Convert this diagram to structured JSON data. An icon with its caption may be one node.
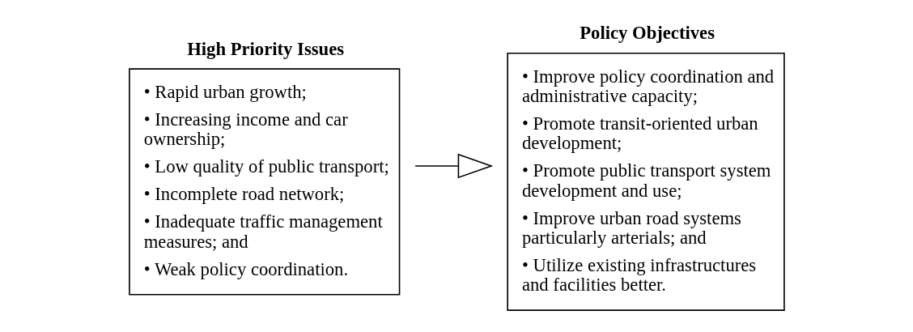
{
  "diagram": {
    "nodes": [
      {
        "text": [
          "High Priority Issues",
          "• Rapid urban growth;",
          "• Increasing income and car ownership;",
          "• Low quality of public transport;",
          "• Incomplete road network;",
          "• Inadequate traffic management measures; and",
          "• Weak policy coordination."
        ]
      },
      {
        "text": [
          "Policy Objectives",
          "• Improve policy coordination and administrative capacity;",
          "• Promote transit-oriented urban development;",
          "• Promote public transport system development and use;",
          "• Improve urban road systems particularly arterials; and",
          "• Utilize existing infrastructures and facilities better."
        ]
      }
    ],
    "edges": [
      {
        "from": 0,
        "to": 1,
        "arrow": "to"
      }
    ]
  }
}
